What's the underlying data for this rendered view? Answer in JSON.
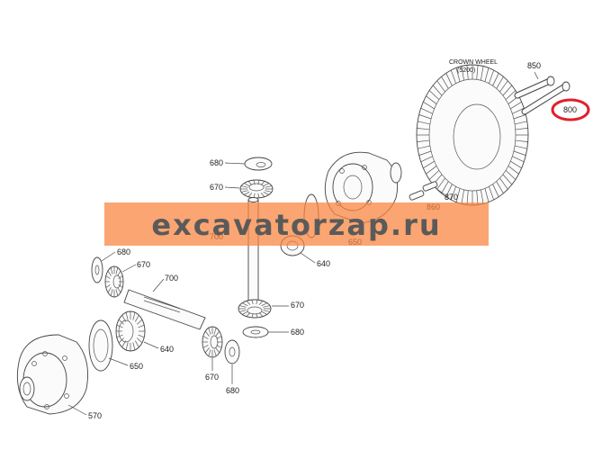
{
  "diagram": {
    "crown_wheel_title": "CROWN WHEEL",
    "crown_wheel_ref": "(5200)",
    "highlight_color": "#e0202a",
    "watermark_color": "#fa823c",
    "callouts": {
      "c850": "850",
      "c800": "800",
      "c870": "870",
      "c860": "860",
      "c680_top": "680",
      "c670_top": "670",
      "c700_mid": "700",
      "c650_mid": "650",
      "c640_mid": "640",
      "c670_mid": "670",
      "c680_left": "680",
      "c670_left": "670",
      "c700_left": "700",
      "c640_left": "640",
      "c650_left": "650",
      "c570": "570",
      "c670_bottom": "670",
      "c680_bottom": "680",
      "c680_right": "680"
    }
  },
  "watermark": {
    "text": "excavatorzap.ru"
  }
}
